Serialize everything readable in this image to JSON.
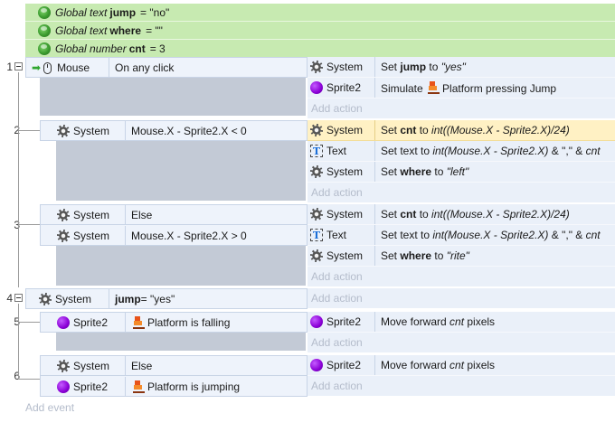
{
  "globals": [
    {
      "type": "Global text",
      "name": "jump",
      "value": "= \"no\""
    },
    {
      "type": "Global text",
      "name": "where",
      "value": "= \"\""
    },
    {
      "type": "Global number",
      "name": "cnt",
      "value": "= 3"
    }
  ],
  "events": [
    {
      "num": "1",
      "conditions": [
        {
          "object": "Mouse",
          "text": "On any click"
        }
      ],
      "actions": [
        {
          "object": "System",
          "pre": "Set ",
          "bold": "jump",
          "post": " to ",
          "ital": "\"yes\""
        },
        {
          "object": "Sprite2",
          "pre": "Simulate ",
          "post": "Platform pressing Jump"
        }
      ]
    },
    {
      "num": "2",
      "conditions": [
        {
          "object": "System",
          "text": "Mouse.X - Sprite2.X < 0"
        }
      ],
      "actions": [
        {
          "object": "System",
          "pre": "Set ",
          "bold": "cnt",
          "post": " to ",
          "ital": "int((Mouse.X - Sprite2.X)/24)"
        },
        {
          "object": "Text",
          "pre": "Set text to ",
          "ital": "int(Mouse.X - Sprite2.X)",
          "post": " & \",\"  & ",
          "ital2": "cnt"
        },
        {
          "object": "System",
          "pre": "Set ",
          "bold": "where",
          "post": " to ",
          "ital": "\"left\""
        }
      ]
    },
    {
      "num": "3",
      "conditions": [
        {
          "object": "System",
          "text": "Else"
        },
        {
          "object": "System",
          "text": "Mouse.X - Sprite2.X > 0"
        }
      ],
      "actions": [
        {
          "object": "System",
          "pre": "Set ",
          "bold": "cnt",
          "post": " to  ",
          "ital": "int((Mouse.X - Sprite2.X)/24)"
        },
        {
          "object": "Text",
          "pre": "Set text to ",
          "ital": "int(Mouse.X - Sprite2.X)",
          "post": " & \",\"  & ",
          "ital2": "cnt"
        },
        {
          "object": "System",
          "pre": "Set ",
          "bold": "where",
          "post": " to ",
          "ital": "\"rite\""
        }
      ]
    },
    {
      "num": "4",
      "conditions": [
        {
          "object": "System",
          "bold": "jump",
          "text": " = \"yes\""
        }
      ],
      "actions": []
    },
    {
      "num": "5",
      "conditions": [
        {
          "object": "Sprite2",
          "text": "Platform is falling"
        }
      ],
      "actions": [
        {
          "object": "Sprite2",
          "pre": "Move forward ",
          "ital": "cnt",
          "post": " pixels"
        }
      ]
    },
    {
      "num": "6",
      "conditions": [
        {
          "object": "System",
          "text": "Else"
        },
        {
          "object": "Sprite2",
          "text": "Platform is jumping"
        }
      ],
      "actions": [
        {
          "object": "Sprite2",
          "pre": "Move forward ",
          "ital": "cnt",
          "post": " pixels"
        }
      ]
    }
  ],
  "add_action_label": "Add action",
  "add_event_label": "Add event",
  "icons": {
    "system": "gear-icon",
    "sprite": "sprite-icon",
    "text": "text-object-icon",
    "mouse": "mouse-icon",
    "global": "globe-icon",
    "platform": "platform-behavior-icon",
    "trigger": "trigger-arrow-icon"
  },
  "colors": {
    "globals_bg": "#c7eab1",
    "condition_bg": "#eef3fb",
    "action_bg": "#eaf0f9",
    "selected_action_bg": "#fff1c4"
  }
}
